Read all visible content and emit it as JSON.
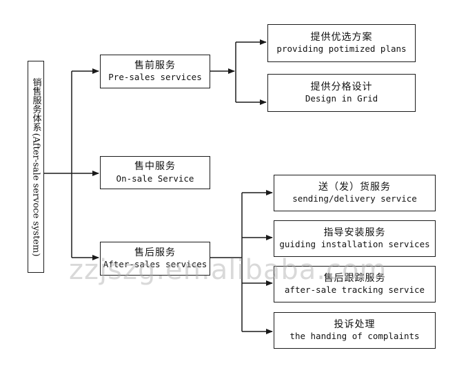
{
  "root": {
    "label_zh": "销售服务体系",
    "label_en": "(After-sale servoce system)"
  },
  "pre_sales": {
    "zh": "售前服务",
    "en": "Pre-sales services"
  },
  "on_sale": {
    "zh": "售中服务",
    "en": "On-sale Service"
  },
  "after_sales": {
    "zh": "售后服务",
    "en": "After-sales services"
  },
  "pre_children": [
    {
      "zh": "提供优选方案",
      "en": "providing potimized plans"
    },
    {
      "zh": "提供分格设计",
      "en": "Design in Grid"
    }
  ],
  "after_children": [
    {
      "zh": "送（发）货服务",
      "en": "sending/delivery service"
    },
    {
      "zh": "指导安装服务",
      "en": "guiding installation services"
    },
    {
      "zh": "售后跟踪服务",
      "en": "after-sale tracking service"
    },
    {
      "zh": "投诉处理",
      "en": "the handing of complaints"
    }
  ],
  "watermark": "zzjszg.en.alibaba.com",
  "colors": {
    "line": "#1a1a1a",
    "box_border": "#1a1a1a",
    "watermark": "#aaaaaa"
  }
}
